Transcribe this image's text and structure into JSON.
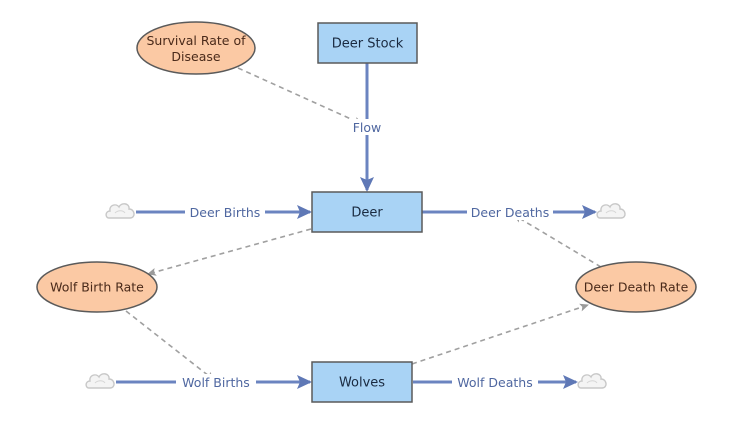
{
  "diagram": {
    "stocks": {
      "deer_stock": "Deer Stock",
      "deer": "Deer",
      "wolves": "Wolves"
    },
    "auxiliaries": {
      "survival_rate_line1": "Survival Rate of",
      "survival_rate_line2": "Disease",
      "wolf_birth_rate": "Wolf Birth Rate",
      "deer_death_rate": "Deer Death Rate"
    },
    "flows": {
      "flow": "Flow",
      "deer_births": "Deer Births",
      "deer_deaths": "Deer Deaths",
      "wolf_births": "Wolf Births",
      "wolf_deaths": "Wolf Deaths"
    },
    "colors": {
      "stock_fill": "#a9d3f5",
      "stock_stroke": "#5a5a5a",
      "aux_fill": "#fbc9a4",
      "aux_stroke": "#5a5a5a",
      "flow_pipe": "#6b84c0",
      "link": "#a0a0a0",
      "cloud": "#c8c8c8"
    }
  }
}
